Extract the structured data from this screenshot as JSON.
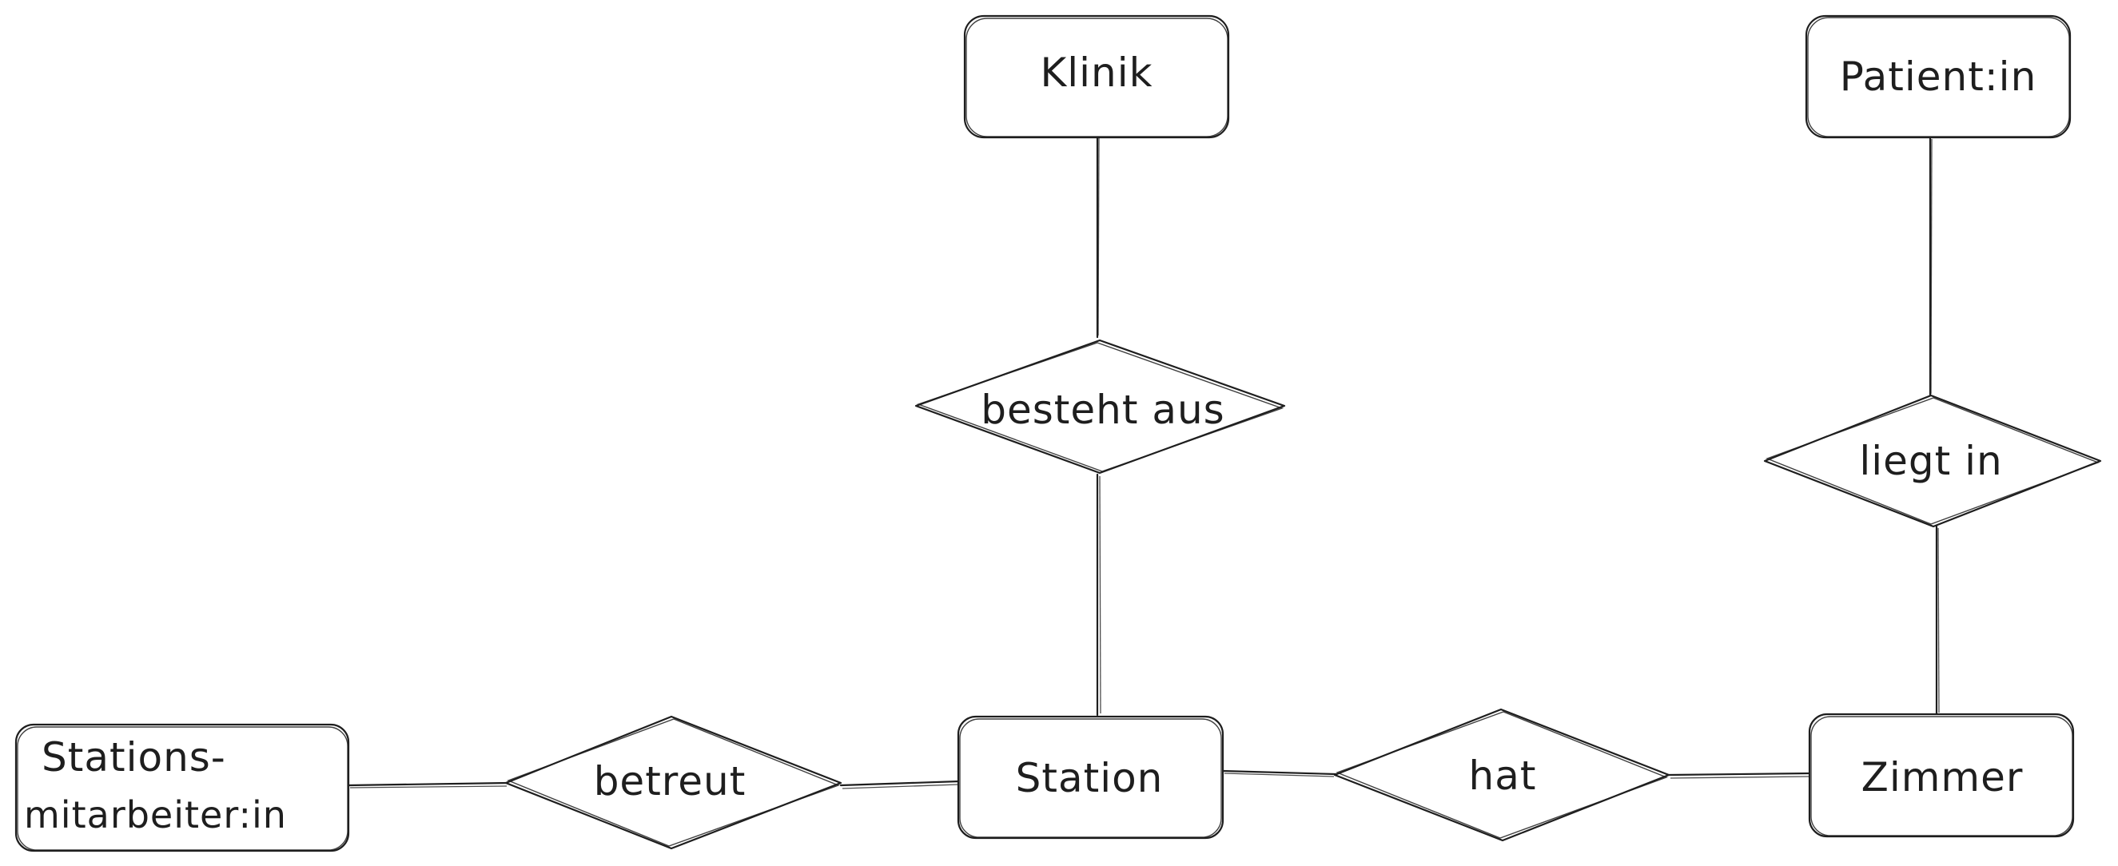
{
  "entities": {
    "klinik": "Klinik",
    "patientin": "Patient:in",
    "stationsmitarbeiterin_line1": "Stations-",
    "stationsmitarbeiterin_line2": "mitarbeiter:in",
    "station": "Station",
    "zimmer": "Zimmer"
  },
  "relationships": {
    "besteht_aus": "besteht aus",
    "liegt_in": "liegt in",
    "betreut": "betreut",
    "hat": "hat"
  },
  "colors": {
    "stroke": "#1e1e1e",
    "fill": "#ffffff"
  }
}
